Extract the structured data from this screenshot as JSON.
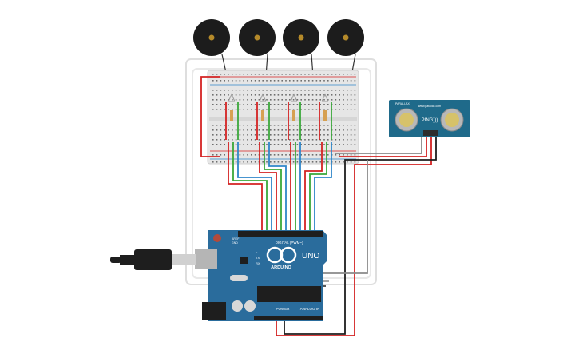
{
  "colors": {
    "wire_red": "#d42222",
    "wire_green": "#3aa83a",
    "wire_blue": "#2f86c9",
    "wire_black": "#1e1e1e",
    "wire_gray": "#8a8a8a",
    "breadboard": "#e6e6e6",
    "arduino": "#2a6c9c",
    "sensor": "#1f6a8a",
    "buzzer": "#1c1c1c",
    "buzzer_center": "#b58a2a"
  },
  "arduino": {
    "brand": "ARDUINO",
    "model": "UNO",
    "digital_label": "DIGITAL (PWM~)",
    "analog_label": "ANALOG IN",
    "power_label": "POWER",
    "tx_label": "TX",
    "rx_label": "RX",
    "l_label": "L",
    "aref_label": "AREF",
    "gnd_label": "GND"
  },
  "sensor": {
    "name": "PING)))",
    "brand": "www.parallax.com",
    "badge": "PARALLAX"
  },
  "icons": {
    "buzzer": "buzzer-icon",
    "led": "rgb-led-icon",
    "usb": "usb-cable-icon"
  }
}
